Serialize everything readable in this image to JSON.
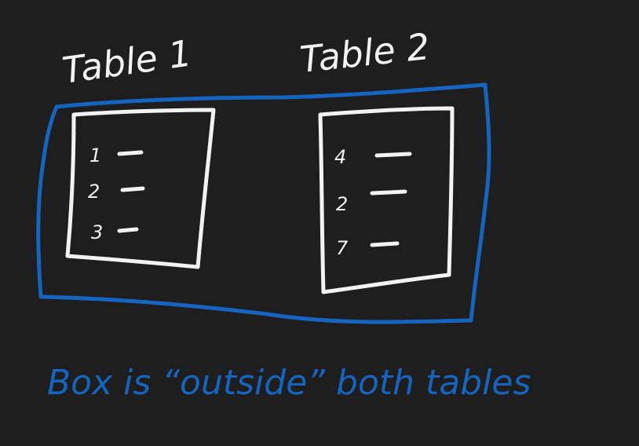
{
  "diagram": {
    "outer_box_color": "#1565c0",
    "ink_color": "#f2f2f2",
    "tables": [
      {
        "title": "Table 1",
        "rows": [
          "1",
          "2",
          "3"
        ]
      },
      {
        "title": "Table 2",
        "rows": [
          "4",
          "2",
          "7"
        ]
      }
    ],
    "caption": "Box is “outside” both tables"
  }
}
